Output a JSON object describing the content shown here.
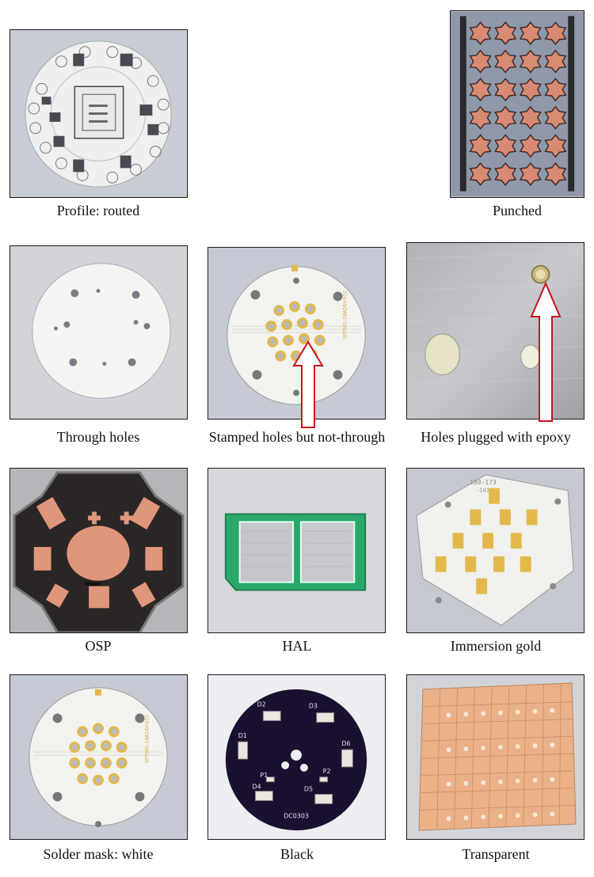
{
  "figure": {
    "panels": [
      {
        "id": "routed",
        "caption": "Profile: routed"
      },
      {
        "id": "punched",
        "caption": "Punched"
      },
      {
        "id": "through",
        "caption": "Through holes"
      },
      {
        "id": "stamped",
        "caption": "Stamped holes but not-through"
      },
      {
        "id": "plugged",
        "caption": "Holes plugged with epoxy"
      },
      {
        "id": "osp",
        "caption": "OSP"
      },
      {
        "id": "hal",
        "caption": "HAL"
      },
      {
        "id": "gold",
        "caption": "Immersion gold"
      },
      {
        "id": "white",
        "caption": "Solder mask: white"
      },
      {
        "id": "black",
        "caption": "Black"
      },
      {
        "id": "transparent",
        "caption": "Transparent"
      }
    ],
    "board_labels": {
      "stamped_part": "SP7001-18A24V-012",
      "white_part": "SP7001-18A24V-012",
      "gold_part": "180-173",
      "gold_rev": "-101",
      "black_refs": [
        "D2",
        "D3",
        "D1",
        "D6",
        "P1",
        "P2",
        "D4",
        "D5"
      ],
      "black_code": "DC0303"
    },
    "colors": {
      "copper": "#e0967a",
      "white_mask": "#f2f2ee",
      "black_mask": "#1a1030",
      "green_mask": "#2aa86a",
      "arrow": "#c8141e"
    }
  }
}
